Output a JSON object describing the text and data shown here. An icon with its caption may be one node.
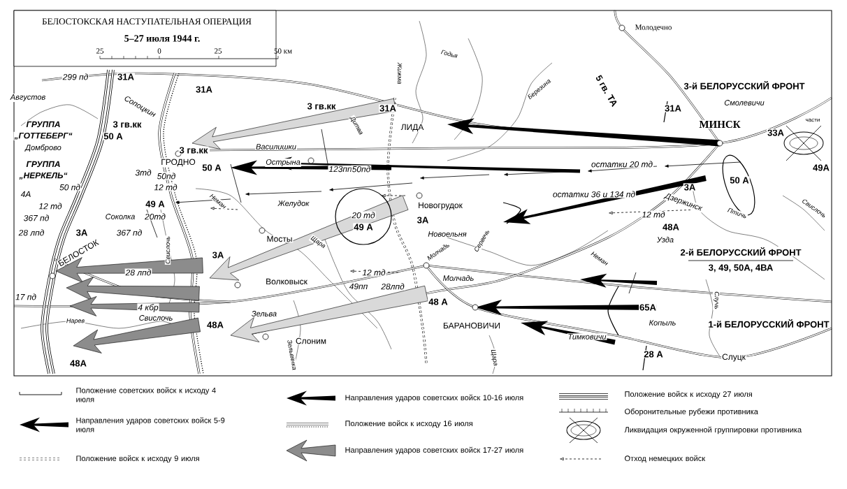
{
  "diagram": {
    "title": "БЕЛОСТОКСКАЯ НАСТУПАТЕЛЬНАЯ ОПЕРАЦИЯ",
    "labels": [
      "Молодечно",
      "5–27 июля 1944 г.",
      "25",
      "0",
      "25",
      "50 км",
      "Годья",
      "299 пд",
      "31А",
      "Жижма",
      "31А",
      "Березина",
      "5 гв. ТА",
      "3-й БЕЛОРУССКИЙ ФРОНТ",
      "Августов",
      "Смолевичи",
      "Сопоцкин",
      "3 гв.кк",
      "31А",
      "31А",
      "ГРУППА",
      "3 гв.кк",
      "Дитва",
      "ЛИДА",
      "МИНСК",
      "части",
      "„ГОТТЕБЕРГ“",
      "50 А",
      "33А",
      "Домброво",
      "3 гв.кк",
      "Василишки",
      "ГРУППА",
      "ГРОДНО",
      "50 А",
      "Острына",
      "123пп",
      "50пд",
      "остатки 20 тд",
      "49А",
      "„НЕРКЕЛЬ“",
      "3тд",
      "50пд",
      "50 А",
      "4А",
      "50 пд",
      "12 тд",
      "остатки 36 и 134 пд",
      "3А",
      "12 тд",
      "49 А",
      "Неман",
      "Желудок",
      "Новогрудок",
      "Дзержинск",
      "20 тд",
      "12 тд",
      "Птичь",
      "Свислочь",
      "367 пд",
      "Соколка",
      "20тд",
      "3А",
      "49 А",
      "48А",
      "28 лпд",
      "3А",
      "367 пд",
      "Новоельня",
      "Мосты",
      "Щара",
      "Сервечь",
      "Узда",
      "БЕЛОСТОК",
      "Свислочь",
      "3А",
      "Молчадь",
      "Неман",
      "2-й БЕЛОРУССКИЙ ФРОНТ",
      "28 лпд",
      "12 тд",
      "3, 49, 50А, 4ВА",
      "Волковыск",
      "Молчадь",
      "49пп",
      "28лпд",
      "17 пд",
      "48 А",
      "Случь",
      "4 кбр",
      "65А",
      "Свислочь",
      "Зельва",
      "Нарев",
      "48А",
      "БАРАНОВИЧИ",
      "Копыль",
      "1-й БЕЛОРУССКИЙ ФРОНТ",
      "Слоним",
      "Тимковичи",
      "Зельвянка",
      "Щара",
      "28 А",
      "Слуцк",
      "48А"
    ],
    "legend": [
      {
        "text": "Положение советских войск к исходу 4 июля"
      },
      {
        "text": "Направления ударов советских войск 5-9 июля"
      },
      {
        "text": "Положение войск к исходу 9 июля"
      },
      {
        "text": "Направления ударов советских войск 10-16 июля"
      },
      {
        "text": "Положение войск к исходу 16 июля"
      },
      {
        "text": "Направления ударов советских войск 17-27 июля"
      },
      {
        "text": "Положение войск к исходу 27 июля"
      },
      {
        "text": "Оборонительные рубежи противника"
      },
      {
        "text": "Ликвидация окруженной группировки противника"
      },
      {
        "text": "Отход немецких войск"
      }
    ]
  }
}
